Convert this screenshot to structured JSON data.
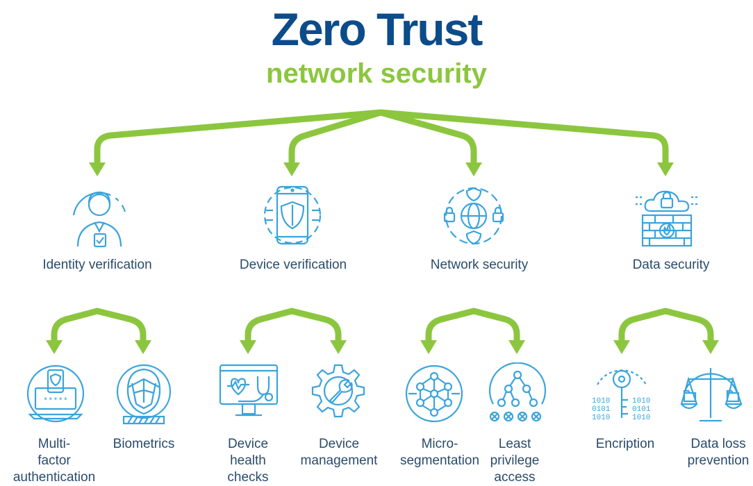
{
  "title": "Zero Trust",
  "subtitle": "network security",
  "colors": {
    "title": "#0c4c8a",
    "subtitle": "#8cc63f",
    "arrow": "#8cc63f",
    "icon": "#3aa4dc",
    "label": "#2a4b6b"
  },
  "categories": [
    {
      "label": "Identity verification",
      "icon": "user-badge-icon",
      "children": [
        {
          "label": "Multi-\nfactor\nauthentication",
          "icon": "laptop-password-icon"
        },
        {
          "label": "Biometrics",
          "icon": "face-scan-icon"
        }
      ]
    },
    {
      "label": "Device verification",
      "icon": "phone-shield-icon",
      "children": [
        {
          "label": "Device\nhealth\nchecks",
          "icon": "monitor-stethoscope-icon"
        },
        {
          "label": "Device\nmanagement",
          "icon": "gear-wrench-icon"
        }
      ]
    },
    {
      "label": "Network security",
      "icon": "globe-locks-icon",
      "children": [
        {
          "label": "Micro-\nsegmentation",
          "icon": "network-sphere-icon"
        },
        {
          "label": "Least\nprivilege\naccess",
          "icon": "hierarchy-icon"
        }
      ]
    },
    {
      "label": "Data security",
      "icon": "cloud-firewall-icon",
      "children": [
        {
          "label": "Encription",
          "icon": "binary-key-icon"
        },
        {
          "label": "Data loss\nprevention",
          "icon": "scales-folders-icon"
        }
      ]
    }
  ]
}
